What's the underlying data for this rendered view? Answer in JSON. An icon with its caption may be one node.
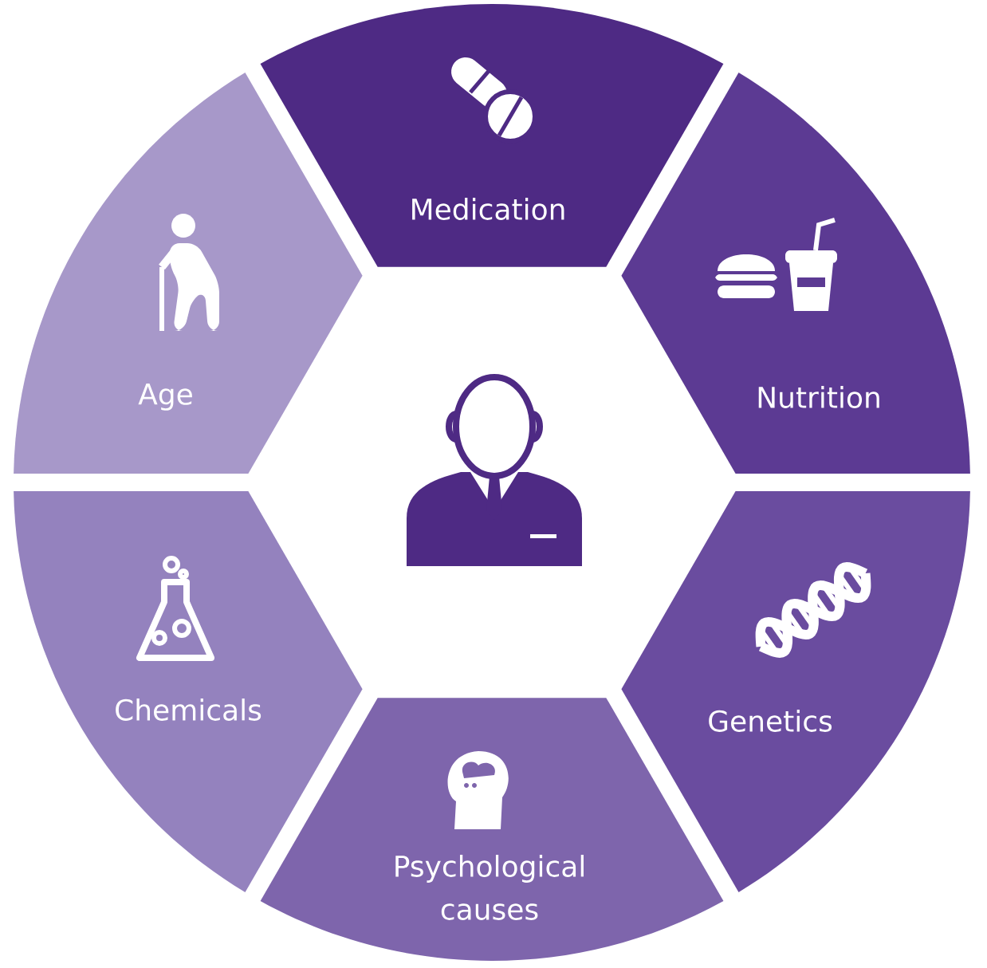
{
  "diagram": {
    "nodes": [
      {
        "text": [
          "Medication"
        ]
      },
      {
        "text": [
          "Nutrition"
        ]
      },
      {
        "text": [
          "Genetics"
        ]
      },
      {
        "text": [
          "Psychological causes"
        ]
      },
      {
        "text": [
          "Chemicals"
        ]
      },
      {
        "text": [
          "Age"
        ]
      }
    ]
  }
}
